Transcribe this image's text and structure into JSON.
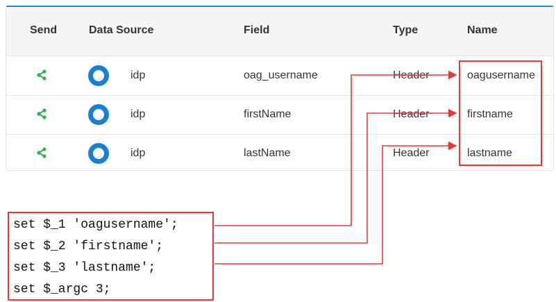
{
  "table": {
    "headers": {
      "send": "Send",
      "data_source": "Data Source",
      "field": "Field",
      "type": "Type",
      "name": "Name"
    },
    "rows": [
      {
        "source": "idp",
        "field": "oag_username",
        "type": "Header",
        "name": "oagusername"
      },
      {
        "source": "idp",
        "field": "firstName",
        "type": "Header",
        "name": "firstname"
      },
      {
        "source": "idp",
        "field": "lastName",
        "type": "Header",
        "name": "lastname"
      }
    ]
  },
  "code": {
    "lines": [
      "set $_1 'oagusername';",
      "set $_2 'firstname';",
      "set $_3 'lastname';",
      "set $_argc 3;"
    ]
  },
  "colors": {
    "accent": "#1e88e5",
    "share_icon": "#2eb24b",
    "source_icon": "#1a7fd1",
    "annotation": "#e53935"
  },
  "icons": {
    "send": "share-icon",
    "data_source": "ring-icon"
  }
}
